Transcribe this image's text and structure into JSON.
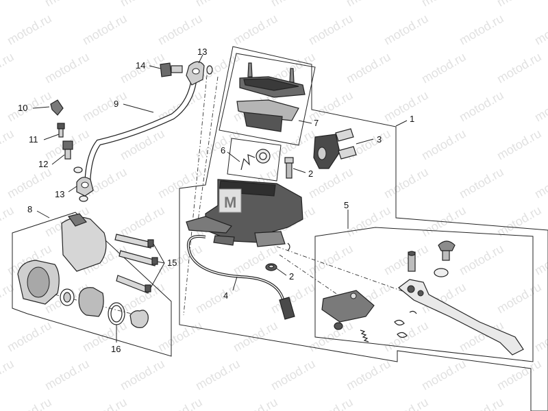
{
  "watermark": "motod.ru",
  "logo_letter": "M",
  "callouts": {
    "c1": "1",
    "c2a": "2",
    "c2b": "2",
    "c3": "3",
    "c4": "4",
    "c5": "5",
    "c6": "6",
    "c7": "7",
    "c8": "8",
    "c9": "9",
    "c10": "10",
    "c11": "11",
    "c12": "12",
    "c13a": "13",
    "c13b": "13",
    "c14": "14",
    "c15": "15",
    "c16": "16"
  },
  "colors": {
    "line": "#222222",
    "watermark": "#c9c9c9",
    "dark_part": "#4a4a4a",
    "mid_part": "#8c8c8c",
    "light_part": "#d9d9d9"
  }
}
